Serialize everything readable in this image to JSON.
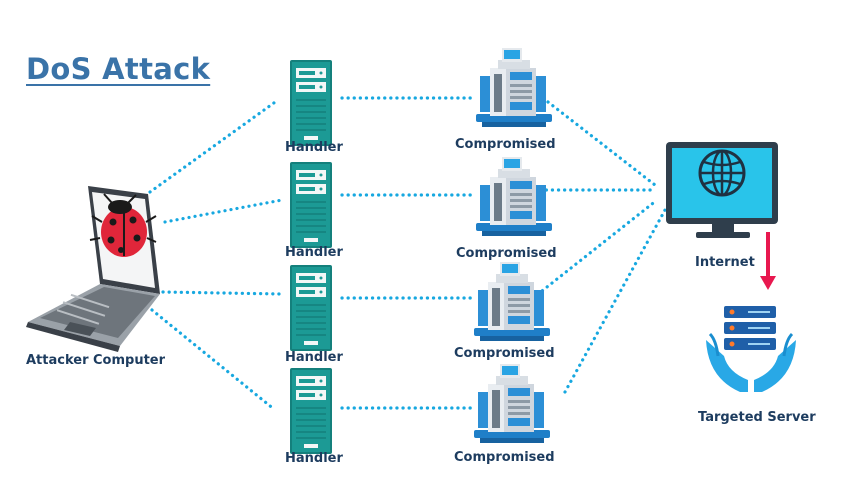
{
  "title": "DoS Attack",
  "nodes": {
    "attacker": {
      "label": "Attacker Computer"
    },
    "handlers": [
      {
        "label": "Handler"
      },
      {
        "label": "Handler"
      },
      {
        "label": "Handler"
      },
      {
        "label": "Handler"
      }
    ],
    "compromised": [
      {
        "label": "Compromised"
      },
      {
        "label": "Compromised"
      },
      {
        "label": "Compromised"
      },
      {
        "label": "Compromised"
      }
    ],
    "internet": {
      "label": "Internet"
    },
    "target": {
      "label": "Targeted Server"
    }
  },
  "colors": {
    "title": "#3a73a8",
    "label": "#1d3c5f",
    "link": "#17a8e0",
    "handler_body": "#1c9a95",
    "compromised_base": "#1f7fc8",
    "monitor_screen": "#29c4ea",
    "arrow": "#e8184f",
    "bug_red": "#e0263a"
  },
  "icons": {
    "attacker": "laptop-with-bug-icon",
    "handler": "server-tower-icon",
    "compromised": "computer-tower-icon",
    "internet": "globe-monitor-icon",
    "target": "server-in-hands-icon"
  }
}
